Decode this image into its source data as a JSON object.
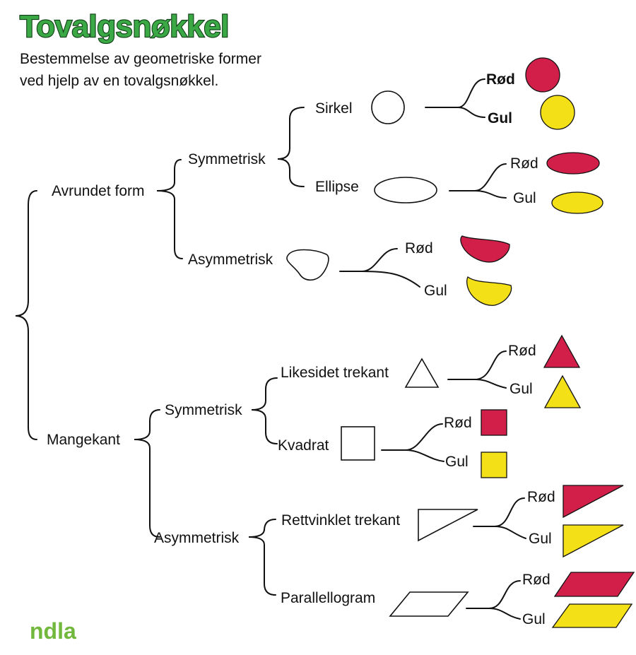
{
  "title": "Tovalgsnøkkel",
  "subtitle": [
    "Bestemmelse av geometriske former",
    "ved hjelp av en tovalgsnøkkel."
  ],
  "logo": "ndla",
  "colors": {
    "title": "#3aa845",
    "red": "#d21f4a",
    "yellow": "#f3e016",
    "logo": "#72b83c"
  },
  "tree": {
    "level1": [
      "Avrundet form",
      "Mangekant"
    ],
    "avrundet": {
      "symmetrisk": "Symmetrisk",
      "asymmetrisk": "Asymmetrisk",
      "sirkel": "Sirkel",
      "ellipse": "Ellipse"
    },
    "mangekant": {
      "symmetrisk": "Symmetrisk",
      "asymmetrisk": "Asymmetrisk",
      "likesidet": "Likesidet trekant",
      "kvadrat": "Kvadrat",
      "rettvinklet": "Rettvinklet trekant",
      "parallellogram": "Parallellogram"
    },
    "rod": "Rød",
    "gul": "Gul"
  }
}
